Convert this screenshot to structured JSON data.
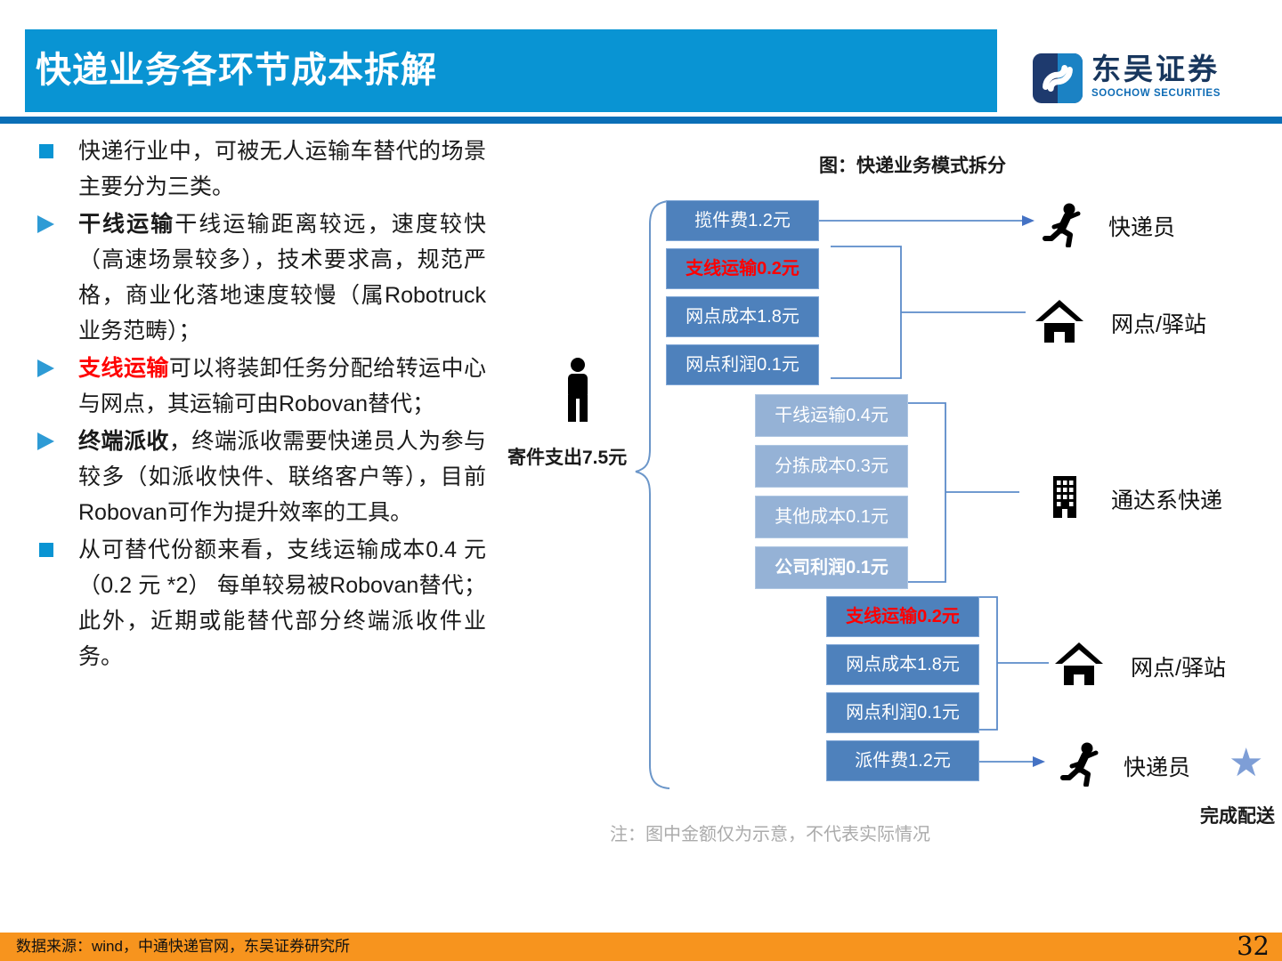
{
  "header": {
    "title": "快递业务各环节成本拆解",
    "logo": {
      "cn": "东吴证券",
      "en": "SOOCHOW SECURITIES"
    }
  },
  "bullets": [
    {
      "marker": "square",
      "segments": [
        {
          "text": "快递行业中，可被无人运输车替代的场景主要分为三类。"
        }
      ]
    },
    {
      "marker": "arrow",
      "segments": [
        {
          "text": "干线运输",
          "bold": true
        },
        {
          "text": "干线运输距离较远，速度较快（高速场景较多），技术要求高，规范严格，商业化落地速度较慢（属Robotruck业务范畴）；"
        }
      ]
    },
    {
      "marker": "arrow",
      "segments": [
        {
          "text": "支线运输",
          "bold": true,
          "color": "#FF0000"
        },
        {
          "text": "可以将装卸任务分配给转运中心与网点，其运输可由Robovan替代；"
        }
      ]
    },
    {
      "marker": "arrow",
      "segments": [
        {
          "text": "终端派收",
          "bold": true
        },
        {
          "text": "，终端派收需要快递员人为参与较多（如派收快件、联络客户等），目前Robovan可作为提升效率的工具。"
        }
      ]
    },
    {
      "marker": "square",
      "segments": [
        {
          "text": "从可替代份额来看，支线运输成本0.4 元 （0.2 元 *2） 每单较易被Robovan替代；此外，近期或能替代部分终端派收件业务。"
        }
      ]
    }
  ],
  "diagram": {
    "title": "图：快递业务模式拆分",
    "sender": {
      "icon": "person-icon",
      "label": "寄件支出7.5元"
    },
    "groups": [
      {
        "style": "dark",
        "boxes": [
          {
            "label": "揽件费1.2元"
          },
          {
            "label": "支线运输0.2元",
            "red": true
          },
          {
            "label": "网点成本1.8元"
          },
          {
            "label": "网点利润0.1元"
          }
        ]
      },
      {
        "style": "light",
        "boxes": [
          {
            "label": "干线运输0.4元"
          },
          {
            "label": "分拣成本0.3元"
          },
          {
            "label": "其他成本0.1元"
          },
          {
            "label": "公司利润0.1元",
            "bold": true
          }
        ]
      },
      {
        "style": "dark",
        "boxes": [
          {
            "label": "支线运输0.2元",
            "red": true
          },
          {
            "label": "网点成本1.8元"
          },
          {
            "label": "网点利润0.1元"
          },
          {
            "label": "派件费1.2元"
          }
        ]
      }
    ],
    "actors": [
      {
        "icon": "runner-icon",
        "label": "快递员"
      },
      {
        "icon": "house-icon",
        "label": "网点/驿站"
      },
      {
        "icon": "building-icon",
        "label": "通达系快递"
      },
      {
        "icon": "house-icon",
        "label": "网点/驿站"
      },
      {
        "icon": "runner-icon",
        "label": "快递员",
        "star": "★"
      }
    ],
    "completion_label": "完成配送",
    "note": "注：图中金额仅为示意，不代表实际情况"
  },
  "footer": {
    "source": "数据来源：wind，中通快递官网，东吴证券研究所",
    "page": "32"
  },
  "colors": {
    "header_blue": "#0994D3",
    "divider_blue": "#0A6FB7",
    "box_dark": "#4E81BC",
    "box_light": "#95B2D6",
    "highlight_red": "#FF0000",
    "connector_blue": "#5B8BC9",
    "star_blue": "#7E9ED6",
    "footer_orange": "#F7941E",
    "note_gray": "#ABABAB",
    "logo_navy": "#17365D",
    "logo_blue": "#0F6CB5"
  }
}
